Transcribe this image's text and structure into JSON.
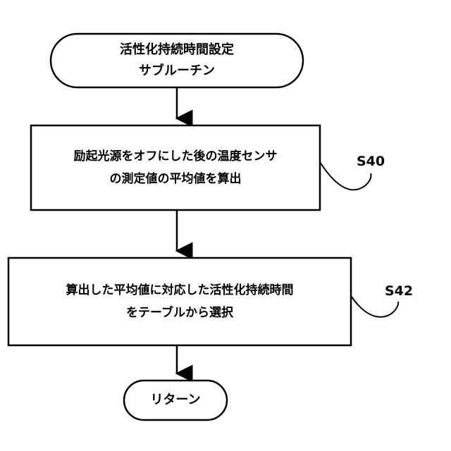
{
  "flowchart": {
    "start": {
      "line1": "活性化持続時間設定",
      "line2": "サブルーチン"
    },
    "step1": {
      "line1": "励起光源をオフにした後の温度センサ",
      "line2": "の測定値の平均値を算出",
      "id": "S40"
    },
    "step2": {
      "line1": "算出した平均値に対応した活性化持続時間",
      "line2": "をテーブルから選択",
      "id": "S42"
    },
    "end": {
      "label": "リターン"
    }
  }
}
